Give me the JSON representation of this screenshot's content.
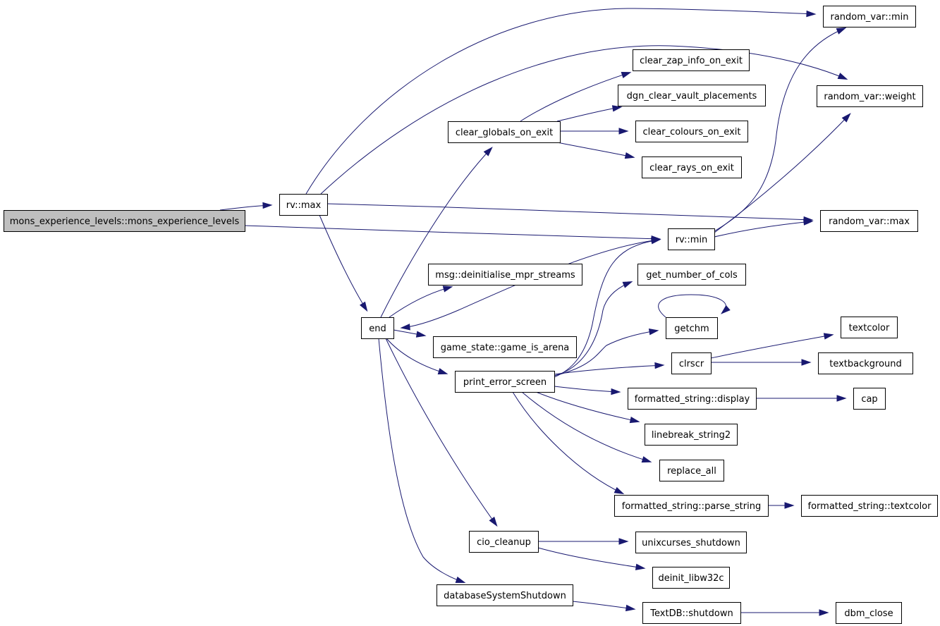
{
  "diagram": {
    "type": "call-graph",
    "colors": {
      "edge": "#191970",
      "node_border": "#000000",
      "node_fill": "#ffffff",
      "root_fill": "#bfbfbf",
      "text": "#000000"
    },
    "nodes": [
      {
        "id": "mons_experience_levels",
        "label": "mons_experience_levels::mons_experience_levels",
        "root": true
      },
      {
        "id": "rv_max",
        "label": "rv::max"
      },
      {
        "id": "end",
        "label": "end"
      },
      {
        "id": "clear_globals_on_exit",
        "label": "clear_globals_on_exit"
      },
      {
        "id": "msg_deinit",
        "label": "msg::deinitialise_mpr_streams"
      },
      {
        "id": "game_is_arena",
        "label": "game_state::game_is_arena"
      },
      {
        "id": "print_error_screen",
        "label": "print_error_screen"
      },
      {
        "id": "cio_cleanup",
        "label": "cio_cleanup"
      },
      {
        "id": "dbShutdown",
        "label": "databaseSystemShutdown"
      },
      {
        "id": "clear_zap",
        "label": "clear_zap_info_on_exit"
      },
      {
        "id": "dgn_clear",
        "label": "dgn_clear_vault_placements"
      },
      {
        "id": "clear_colours",
        "label": "clear_colours_on_exit"
      },
      {
        "id": "clear_rays",
        "label": "clear_rays_on_exit"
      },
      {
        "id": "rv_min",
        "label": "rv::min"
      },
      {
        "id": "get_cols",
        "label": "get_number_of_cols"
      },
      {
        "id": "getchm",
        "label": "getchm"
      },
      {
        "id": "clrscr",
        "label": "clrscr"
      },
      {
        "id": "fs_display",
        "label": "formatted_string::display"
      },
      {
        "id": "linebreak",
        "label": "linebreak_string2"
      },
      {
        "id": "replace_all",
        "label": "replace_all"
      },
      {
        "id": "fs_parse",
        "label": "formatted_string::parse_string"
      },
      {
        "id": "unixcurses",
        "label": "unixcurses_shutdown"
      },
      {
        "id": "deinit_libw32c",
        "label": "deinit_libw32c"
      },
      {
        "id": "textdb_shutdown",
        "label": "TextDB::shutdown"
      },
      {
        "id": "rvar_min",
        "label": "random_var::min"
      },
      {
        "id": "rvar_weight",
        "label": "random_var::weight"
      },
      {
        "id": "rvar_max",
        "label": "random_var::max"
      },
      {
        "id": "textcolor",
        "label": "textcolor"
      },
      {
        "id": "textbackground",
        "label": "textbackground"
      },
      {
        "id": "cap",
        "label": "cap"
      },
      {
        "id": "fs_textcolor",
        "label": "formatted_string::textcolor"
      },
      {
        "id": "dbm_close",
        "label": "dbm_close"
      }
    ],
    "edges": [
      {
        "from": "mons_experience_levels",
        "to": "rv_max"
      },
      {
        "from": "mons_experience_levels",
        "to": "rv_min"
      },
      {
        "from": "rv_max",
        "to": "rvar_min"
      },
      {
        "from": "rv_max",
        "to": "rvar_weight"
      },
      {
        "from": "rv_max",
        "to": "rvar_max"
      },
      {
        "from": "rv_max",
        "to": "end"
      },
      {
        "from": "end",
        "to": "clear_globals_on_exit"
      },
      {
        "from": "end",
        "to": "msg_deinit"
      },
      {
        "from": "end",
        "to": "game_is_arena"
      },
      {
        "from": "end",
        "to": "print_error_screen"
      },
      {
        "from": "end",
        "to": "cio_cleanup"
      },
      {
        "from": "end",
        "to": "dbShutdown"
      },
      {
        "from": "clear_globals_on_exit",
        "to": "clear_zap"
      },
      {
        "from": "clear_globals_on_exit",
        "to": "dgn_clear"
      },
      {
        "from": "clear_globals_on_exit",
        "to": "clear_colours"
      },
      {
        "from": "clear_globals_on_exit",
        "to": "clear_rays"
      },
      {
        "from": "rv_min",
        "to": "end"
      },
      {
        "from": "rv_min",
        "to": "rvar_min"
      },
      {
        "from": "rv_min",
        "to": "rvar_weight"
      },
      {
        "from": "rv_min",
        "to": "rvar_max"
      },
      {
        "from": "print_error_screen",
        "to": "rv_min"
      },
      {
        "from": "print_error_screen",
        "to": "get_cols"
      },
      {
        "from": "print_error_screen",
        "to": "getchm"
      },
      {
        "from": "print_error_screen",
        "to": "clrscr"
      },
      {
        "from": "print_error_screen",
        "to": "fs_display"
      },
      {
        "from": "print_error_screen",
        "to": "linebreak"
      },
      {
        "from": "print_error_screen",
        "to": "replace_all"
      },
      {
        "from": "print_error_screen",
        "to": "fs_parse"
      },
      {
        "from": "getchm",
        "to": "getchm"
      },
      {
        "from": "clrscr",
        "to": "textcolor"
      },
      {
        "from": "clrscr",
        "to": "textbackground"
      },
      {
        "from": "fs_display",
        "to": "cap"
      },
      {
        "from": "fs_parse",
        "to": "fs_textcolor"
      },
      {
        "from": "cio_cleanup",
        "to": "unixcurses"
      },
      {
        "from": "cio_cleanup",
        "to": "deinit_libw32c"
      },
      {
        "from": "dbShutdown",
        "to": "textdb_shutdown"
      },
      {
        "from": "textdb_shutdown",
        "to": "dbm_close"
      }
    ]
  }
}
